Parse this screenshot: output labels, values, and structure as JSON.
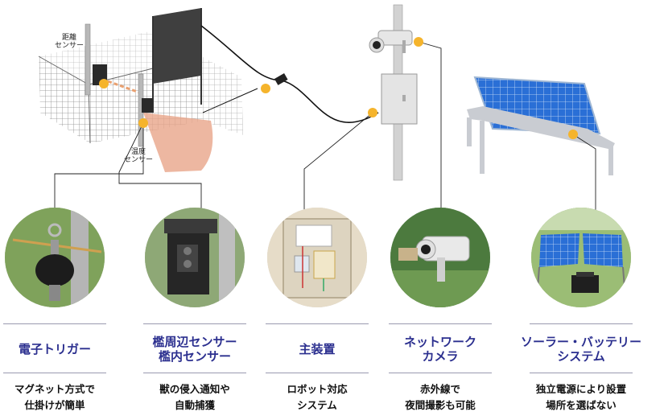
{
  "scene_labels": {
    "distance_sensor": "距離\nセンサー",
    "temperature_sensor": "温度\nセンサー"
  },
  "colors": {
    "accent_dot": "#f5b42c",
    "title_text": "#2b2f8f",
    "detection_zone": "#e9a58a"
  },
  "components": [
    {
      "name": "電子トリガー",
      "desc": "マグネット方式で\n仕掛けが簡単"
    },
    {
      "name": "檻周辺センサー\n檻内センサー",
      "desc": "獣の侵入通知や\n自動捕獲"
    },
    {
      "name": "主装置",
      "desc": "ロボット対応\nシステム"
    },
    {
      "name": "ネットワーク\nカメラ",
      "desc": "赤外線で\n夜間撮影も可能"
    },
    {
      "name": "ソーラー・バッテリー\nシステム",
      "desc": "独立電源により設置\n場所を選ばない"
    }
  ]
}
